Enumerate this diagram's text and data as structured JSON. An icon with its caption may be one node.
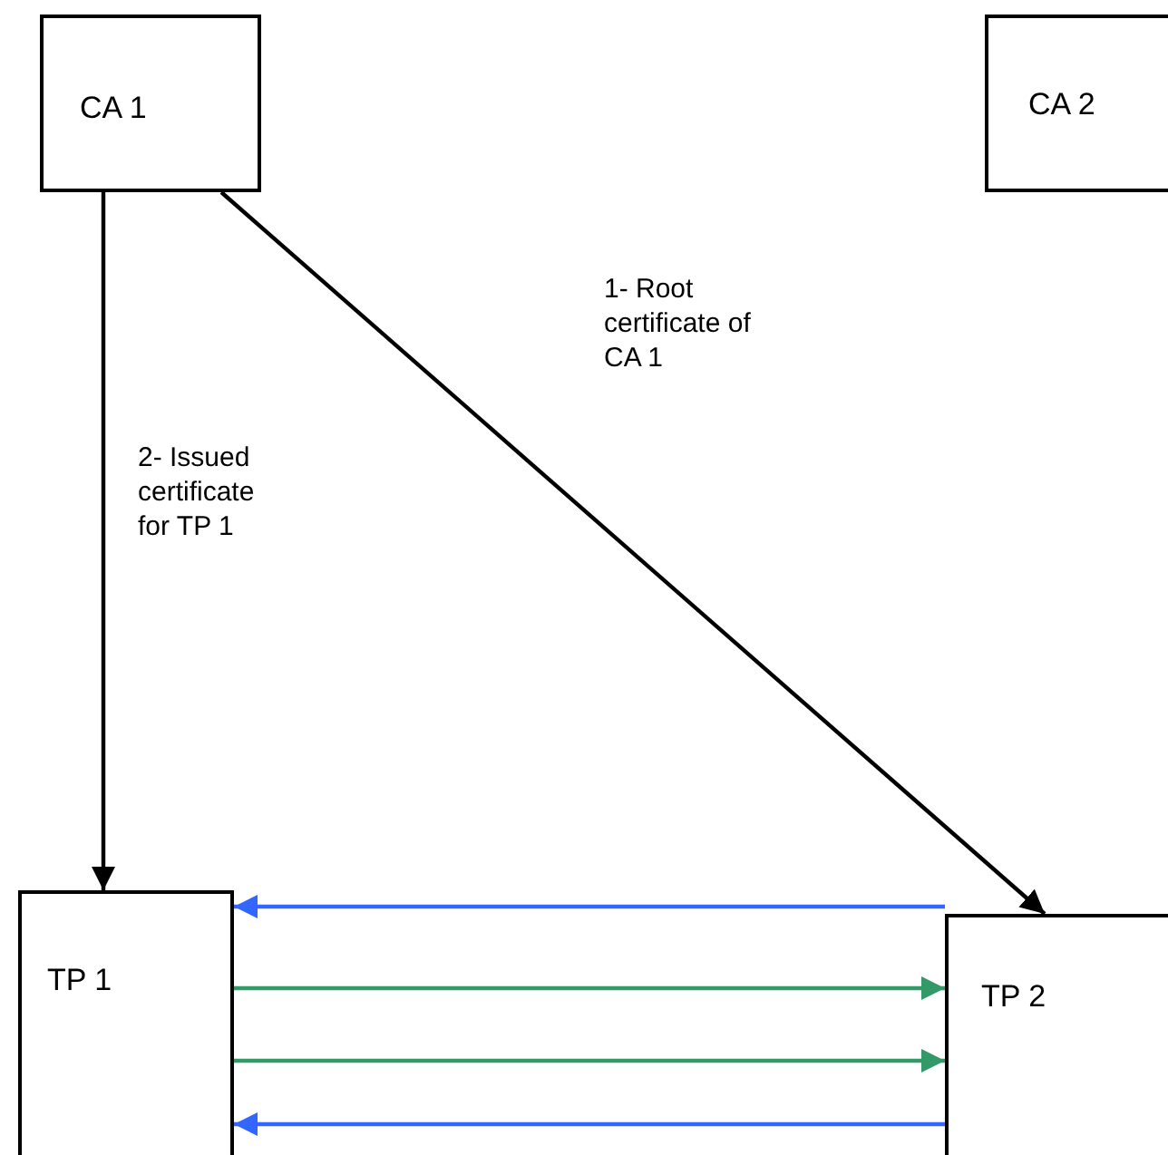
{
  "diagram": {
    "nodes": [
      {
        "text": [
          "CA 1"
        ]
      },
      {
        "text": [
          "CA 2"
        ]
      },
      {
        "text": [
          "TP 1"
        ]
      },
      {
        "text": [
          "TP 2"
        ]
      }
    ],
    "edges": [
      {
        "from": 0,
        "to": 2,
        "arrow": "to",
        "label": "2- Issued certificate for TP 1"
      },
      {
        "from": 0,
        "to": 3,
        "arrow": "to",
        "label": "1- Root certificate of CA 1"
      },
      {
        "from": 3,
        "to": 2,
        "arrow": "to",
        "color": "#3366ff"
      },
      {
        "from": 2,
        "to": 3,
        "arrow": "to",
        "color": "#339966"
      },
      {
        "from": 2,
        "to": 3,
        "arrow": "to",
        "color": "#339966"
      },
      {
        "from": 3,
        "to": 2,
        "arrow": "to",
        "color": "#3366ff"
      }
    ]
  }
}
